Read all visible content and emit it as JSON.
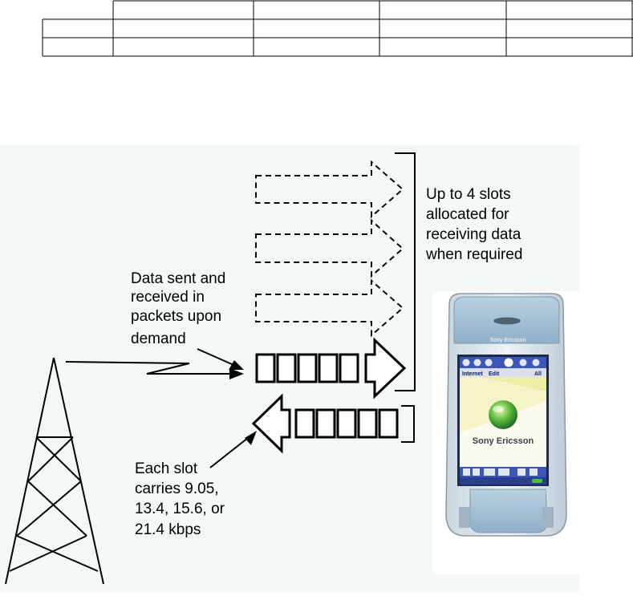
{
  "top_table": {
    "rows": 3,
    "columns": 5,
    "cells": []
  },
  "diagram": {
    "label_demand": [
      "Data sent and",
      "received in",
      "packets upon",
      "demand"
    ],
    "label_slots": [
      "Up to 4 slots",
      "allocated for",
      "receiving data",
      "when required"
    ],
    "label_rate": [
      "Each slot",
      "carries 9.05,",
      "13.4, 15.6, or",
      "21.4 kbps"
    ],
    "phone": {
      "brand_top": "Sony Ericsson",
      "menu_internet": "Internet",
      "menu_edit": "Edit",
      "menu_all": "All",
      "brand_screen": "Sony Ericsson"
    },
    "colors": {
      "background": "#f3f8f6",
      "phone_body": "#a7c2d4",
      "screen_bar": "#3b55b8"
    }
  }
}
